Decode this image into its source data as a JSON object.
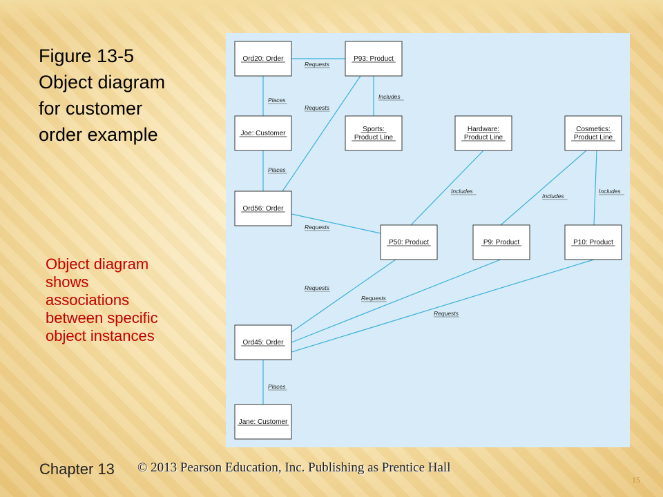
{
  "slide": {
    "title_lines": [
      "Figure 13-5",
      "Object diagram",
      "for customer",
      "order example"
    ],
    "note_lines": [
      "Object diagram",
      "shows",
      "associations",
      "between specific",
      "object instances"
    ],
    "chapter": "Chapter 13",
    "copyright": "© 2013 Pearson Education, Inc.  Publishing as Prentice Hall",
    "page_number": "15"
  },
  "diagram": {
    "nodes": [
      {
        "id": "ord20",
        "lines": [
          "Ord20: Order"
        ]
      },
      {
        "id": "p93",
        "lines": [
          "P93: Product"
        ]
      },
      {
        "id": "joe",
        "lines": [
          "Joe: Customer"
        ]
      },
      {
        "id": "sports",
        "lines": [
          "Sports:",
          "Product Line"
        ]
      },
      {
        "id": "hardware",
        "lines": [
          "Hardware:",
          "Product Line"
        ]
      },
      {
        "id": "cosmetics",
        "lines": [
          "Cosmetics:",
          "Product Line"
        ]
      },
      {
        "id": "ord56",
        "lines": [
          "Ord56: Order"
        ]
      },
      {
        "id": "p50",
        "lines": [
          "P50: Product"
        ]
      },
      {
        "id": "p9",
        "lines": [
          "P9: Product"
        ]
      },
      {
        "id": "p10",
        "lines": [
          "P10: Product"
        ]
      },
      {
        "id": "ord45",
        "lines": [
          "Ord45: Order"
        ]
      },
      {
        "id": "jane",
        "lines": [
          "Jane: Customer"
        ]
      }
    ],
    "edges": [
      {
        "from": "ord20",
        "to": "p93",
        "label": "Requests"
      },
      {
        "from": "ord20",
        "to": "joe",
        "label": "Places"
      },
      {
        "from": "p93",
        "to": "sports",
        "label": "Includes"
      },
      {
        "from": "p93",
        "to": "ord56",
        "label": "Requests"
      },
      {
        "from": "joe",
        "to": "ord56",
        "label": "Places"
      },
      {
        "from": "hardware",
        "to": "p50",
        "label": "Includes"
      },
      {
        "from": "cosmetics",
        "to": "p9",
        "label": "Includes"
      },
      {
        "from": "cosmetics",
        "to": "p10",
        "label": "Includes"
      },
      {
        "from": "ord56",
        "to": "p50",
        "label": "Requests"
      },
      {
        "from": "ord45",
        "to": "p50",
        "label": "Requests"
      },
      {
        "from": "ord45",
        "to": "p9",
        "label": "Requests"
      },
      {
        "from": "ord45",
        "to": "p10",
        "label": "Requests"
      },
      {
        "from": "ord45",
        "to": "jane",
        "label": "Places"
      }
    ]
  },
  "colors": {
    "diagram_background": "#d7ecf8",
    "connector": "#3ab0d8",
    "note_text": "#c00000"
  }
}
